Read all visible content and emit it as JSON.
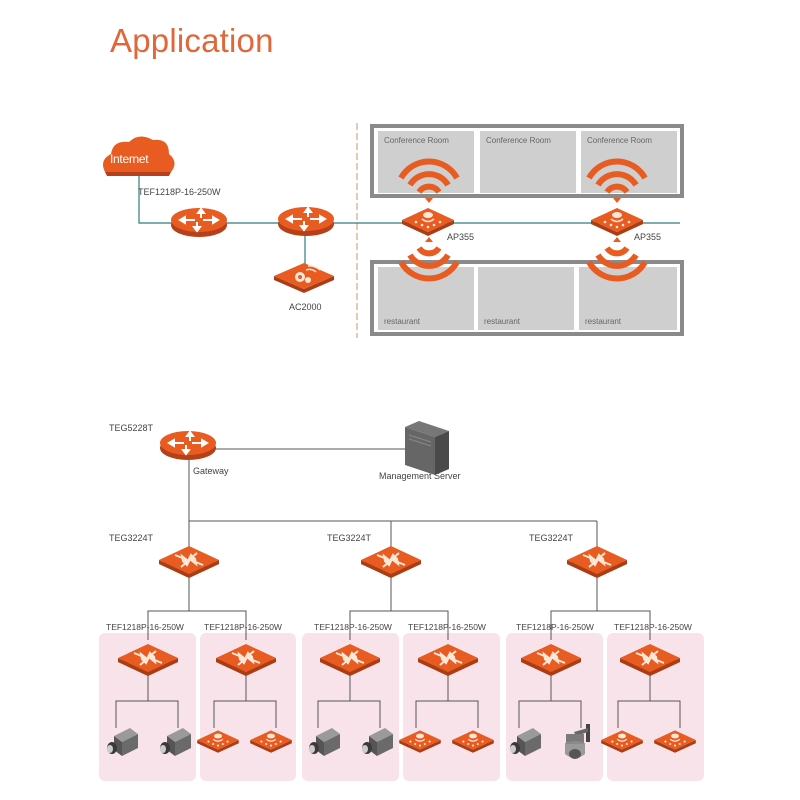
{
  "title": "Application",
  "colors": {
    "accent": "#e0673a",
    "device_orange": "#e85c22",
    "upper_link": "#2e7d7d",
    "lower_link": "#555555",
    "room_fill": "#cfcfd0",
    "room_frame": "#8a8a8a",
    "pink_panel": "#f9e3ea",
    "divider": "#c8956a"
  },
  "top_diagram": {
    "internet_label": "Internet",
    "switch_label": "TEF1218P-16-250W",
    "controller_label": "AC2000",
    "ap_labels": [
      "AP355",
      "AP355"
    ],
    "conference_rooms": [
      "Conference Room",
      "Conference Room",
      "Conference Room"
    ],
    "restaurants": [
      "restaurant",
      "restaurant",
      "restaurant"
    ]
  },
  "bottom_diagram": {
    "gateway_model": "TEG5228T",
    "gateway_label": "Gateway",
    "server_label": "Management Server",
    "aggregation_switches": [
      "TEG3224T",
      "TEG3224T",
      "TEG3224T"
    ],
    "access_groups": [
      {
        "switch": "TEF1218P-16-250W",
        "devices": [
          "camera-icon",
          "camera-icon"
        ]
      },
      {
        "switch": "TEF1218P-16-250W",
        "devices": [
          "access-point-icon",
          "access-point-icon"
        ]
      },
      {
        "switch": "TEF1218P-16-250W",
        "devices": [
          "camera-icon",
          "camera-icon"
        ]
      },
      {
        "switch": "TEF1218P-16-250W",
        "devices": [
          "access-point-icon",
          "access-point-icon"
        ]
      },
      {
        "switch": "TEF1218P-16-250W",
        "devices": [
          "camera-icon",
          "dome-camera-icon"
        ]
      },
      {
        "switch": "TEF1218P-16-250W",
        "devices": [
          "access-point-icon",
          "access-point-icon"
        ]
      }
    ]
  }
}
